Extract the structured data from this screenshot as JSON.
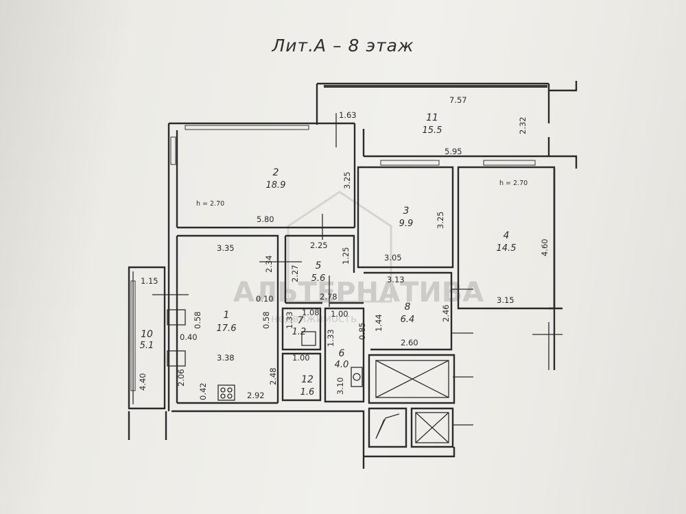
{
  "title": "Лит.А – 8 этаж",
  "watermark": {
    "main": "АЛЬТЕРНАТИВА",
    "sub": "недвижимость"
  },
  "rooms": [
    {
      "num": "1",
      "area": "17.6"
    },
    {
      "num": "2",
      "area": "18.9"
    },
    {
      "num": "3",
      "area": "9.9"
    },
    {
      "num": "4",
      "area": "14.5"
    },
    {
      "num": "5",
      "area": "5.6"
    },
    {
      "num": "6",
      "area": "4.0"
    },
    {
      "num": "7",
      "area": "1.2"
    },
    {
      "num": "8",
      "area": "6.4"
    },
    {
      "num": "10",
      "area": "5.1"
    },
    {
      "num": "11",
      "area": "15.5"
    },
    {
      "num": "12",
      "area": "1.6"
    }
  ],
  "heights": [
    "h = 2.70",
    "h = 2.70"
  ],
  "dimensions": [
    "7.57",
    "1.63",
    "2.32",
    "5.95",
    "3.25",
    "5.80",
    "3.25",
    "4.60",
    "3.35",
    "2.25",
    "1.25",
    "2.34",
    "2.27",
    "3.05",
    "3.13",
    "1.15",
    "0.10",
    "2.78",
    "0.58",
    "0.58",
    "0.40",
    "1.08",
    "1.00",
    "1.33",
    "1.33",
    "0.85",
    "1.44",
    "2.46",
    "3.15",
    "2.60",
    "3.38",
    "1.00",
    "2.06",
    "4.40",
    "0.42",
    "2.92",
    "2.48",
    "3.10"
  ]
}
